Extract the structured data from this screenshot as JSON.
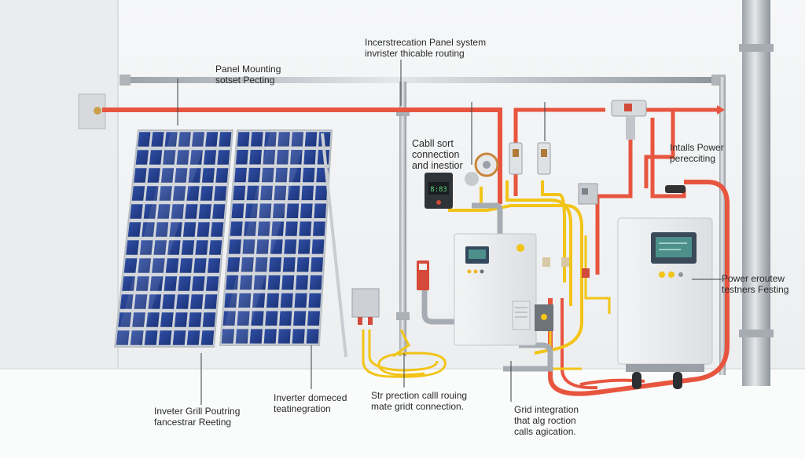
{
  "labels": {
    "panel_mounting": [
      "Panel Mounting",
      "sotset Pecting"
    ],
    "inverter_panel": [
      "Incerstrecation Panel system",
      "invrister thicable routing"
    ],
    "cable_sort": [
      "Cabll sort",
      "connection",
      "and inestior"
    ],
    "install_power": [
      "Intalls Power",
      "perecciting"
    ],
    "power_overview": [
      "Power eroutew",
      "testners Festing"
    ],
    "inverter_grill": [
      "Inveter Grill Poutring",
      "fancestrar Reeting"
    ],
    "inverter_integration": [
      "Inverter domeced",
      "teatinegration"
    ],
    "precision_routing": [
      "Str prection calll rouing",
      "mate gridt connection."
    ],
    "grid_integration": [
      "Grid integration",
      "that alg roction",
      "calls agication."
    ]
  },
  "meter_readout": "8:83",
  "colors": {
    "power_cable": "#e8553f",
    "signal_cable": "#f2c417",
    "conduit": "#b8bdc2",
    "panel_cell": "#23408f",
    "panel_frame": "#cfd3d8",
    "cabinet": "#eceef0",
    "screen": "#4d8f8a",
    "wall": "#f4f5f6"
  },
  "icons": [
    "solar-panel-icon",
    "inverter-icon",
    "junction-box-icon",
    "meter-icon",
    "breaker-icon",
    "status-led-icon"
  ]
}
